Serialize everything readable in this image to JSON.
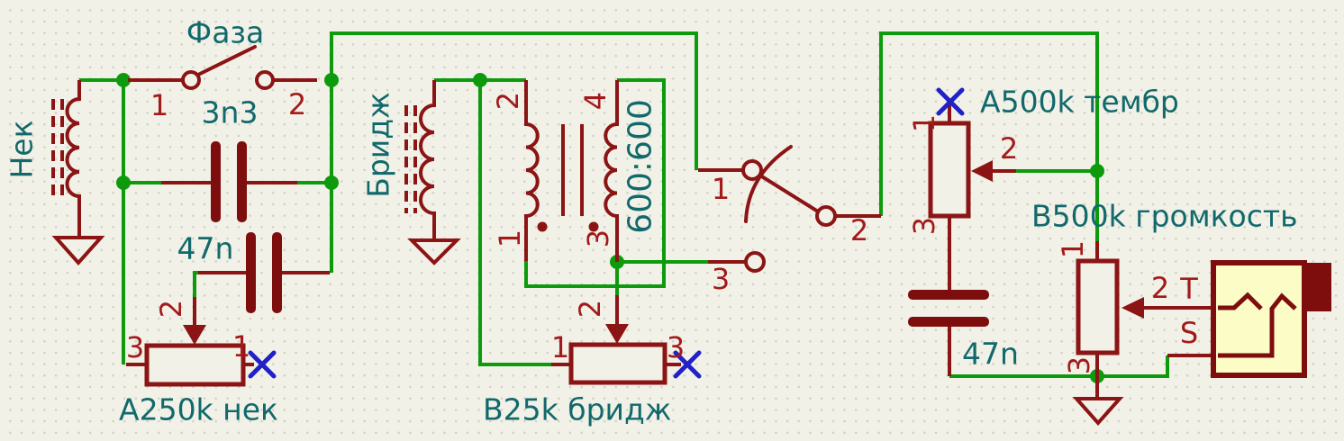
{
  "colors": {
    "background": "#F2F1E8",
    "grid_dot": "#CFCFC6",
    "wire_green": "#0D9B0D",
    "symbol_maroon": "#8B1414",
    "plate_maroon": "#7E0E0E",
    "label_teal": "#11696B",
    "pin_number_red": "#A21A1A",
    "no_connect_blue": "#2121C8",
    "jack_fill_yellow": "#FCFCC6"
  },
  "components": {
    "neck_pickup": {
      "label": "Нек"
    },
    "bridge_pickup": {
      "label": "Бридж"
    },
    "phase_switch": {
      "label": "Фаза",
      "pin1": "1",
      "pin2": "2"
    },
    "cap_3n3": {
      "value": "3n3"
    },
    "cap_47n_neck": {
      "value": "47n"
    },
    "pot_neck": {
      "value": "A250k нек",
      "pin1": "1",
      "pin2": "2",
      "pin3": "3"
    },
    "transformer": {
      "ratio": "600:600",
      "pin1": "1",
      "pin2": "2",
      "pin3": "3",
      "pin4": "4"
    },
    "pot_bridge": {
      "value": "B25k бридж",
      "pin1": "1",
      "pin2": "2",
      "pin3": "3"
    },
    "selector_switch": {
      "pin1": "1",
      "pin2": "2",
      "pin3": "3"
    },
    "pot_tone": {
      "value": "A500k тембр",
      "pin1": "1",
      "pin2": "2",
      "pin3": "3"
    },
    "cap_47n_tone": {
      "value": "47n"
    },
    "pot_volume": {
      "value": "B500k громкость",
      "pin1": "1",
      "pin2": "2",
      "pin3": "3"
    },
    "jack": {
      "tip_label": "T",
      "sleeve_label": "S"
    }
  }
}
